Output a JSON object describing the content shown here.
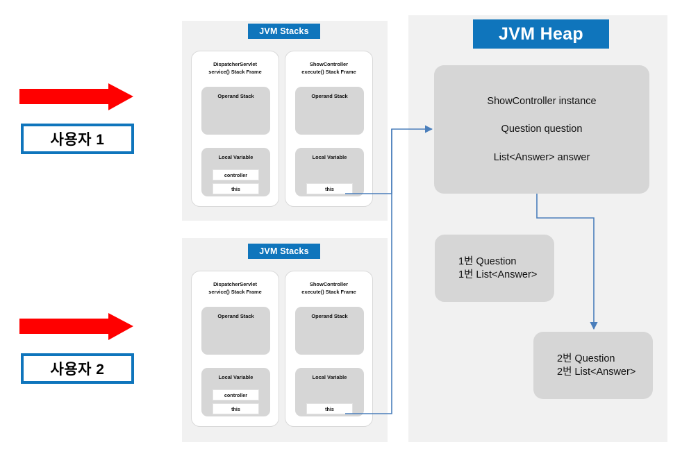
{
  "colors": {
    "accent_blue": "#0f75bc",
    "arrow_red": "#ff0000",
    "panel_bg": "#f1f1f1",
    "box_gray": "#d6d6d6",
    "connector_blue": "#4a7ebb"
  },
  "users": [
    {
      "label": "사용자 1",
      "arrow": "red-right-arrow"
    },
    {
      "label": "사용자 2",
      "arrow": "red-right-arrow"
    }
  ],
  "stack_panels": [
    {
      "title": "JVM Stacks",
      "frames": [
        {
          "name_line1": "DispatcherServlet",
          "name_line2": "service() Stack Frame",
          "operand_label": "Operand Stack",
          "local_label": "Local Variable",
          "slots": [
            "controller",
            "this"
          ]
        },
        {
          "name_line1": "ShowController",
          "name_line2": "execute() Stack Frame",
          "operand_label": "Operand Stack",
          "local_label": "Local Variable",
          "slots": [
            "this"
          ]
        }
      ]
    },
    {
      "title": "JVM Stacks",
      "frames": [
        {
          "name_line1": "DispatcherServlet",
          "name_line2": "service() Stack Frame",
          "operand_label": "Operand Stack",
          "local_label": "Local Variable",
          "slots": [
            "controller",
            "this"
          ]
        },
        {
          "name_line1": "ShowController",
          "name_line2": "execute() Stack Frame",
          "operand_label": "Operand Stack",
          "local_label": "Local Variable",
          "slots": [
            "this"
          ]
        }
      ]
    }
  ],
  "heap": {
    "title": "JVM Heap",
    "instance_box": {
      "lines": [
        "ShowController instance",
        "Question question",
        "List<Answer> answer"
      ]
    },
    "object_boxes": [
      {
        "lines": [
          "1번 Question",
          "1번 List<Answer>"
        ]
      },
      {
        "lines": [
          "2번 Question",
          "2번 List<Answer>"
        ]
      }
    ]
  }
}
